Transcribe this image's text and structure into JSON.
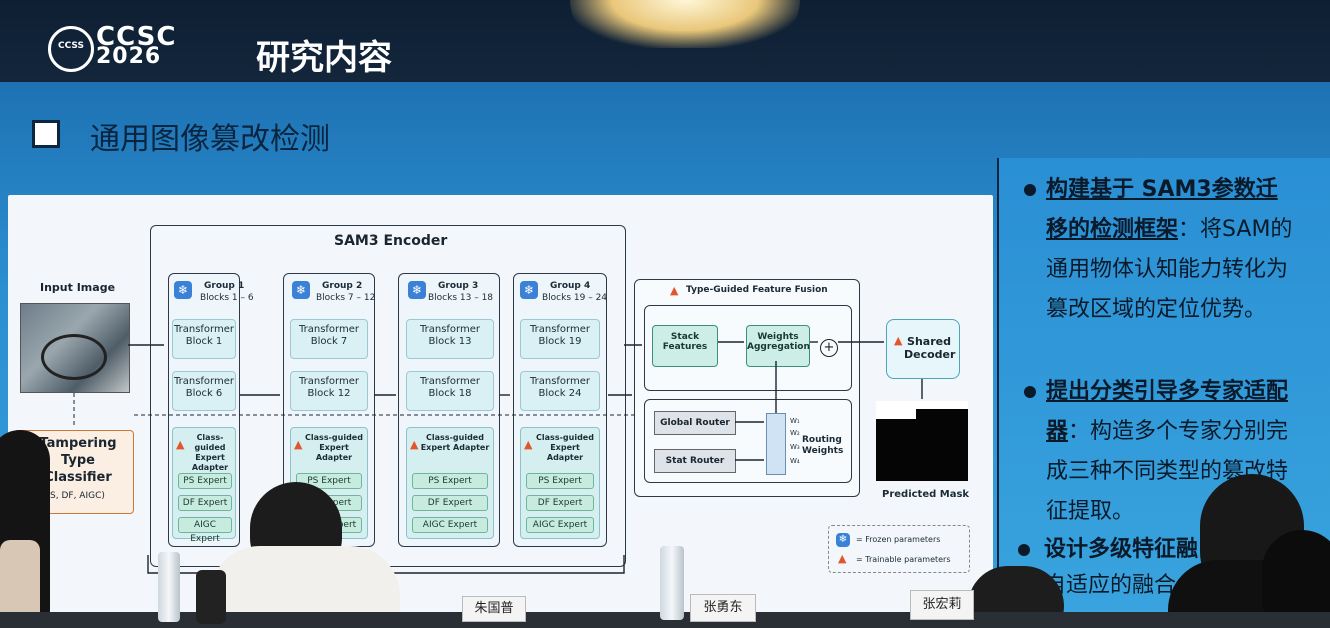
{
  "header": {
    "logo_line1": "CCSC",
    "logo_line2": "2026",
    "logo_badge": "CCSS",
    "title": "研究内容"
  },
  "section": {
    "title": "通用图像篡改检测"
  },
  "diagram": {
    "encoder_title": "SAM3 Encoder",
    "input_label": "Input Image",
    "classifier": {
      "title": "Tampering Type Classifier",
      "sub": "(PS, DF, AIGC)"
    },
    "groups": [
      {
        "title": "Group 1",
        "blocks": "Blocks 1 – 6",
        "t1": "Transformer Block 1",
        "t2": "Transformer Block 6"
      },
      {
        "title": "Group 2",
        "blocks": "Blocks 7 – 12",
        "t1": "Transformer Block 7",
        "t2": "Transformer Block 12"
      },
      {
        "title": "Group 3",
        "blocks": "Blocks 13 – 18",
        "t1": "Transformer Block 13",
        "t2": "Transformer Block 18"
      },
      {
        "title": "Group 4",
        "blocks": "Blocks 19 – 24",
        "t1": "Transformer Block 19",
        "t2": "Transformer Block 24"
      }
    ],
    "adapter_label": "Class-guided Expert Adapter",
    "experts": [
      "PS Expert",
      "DF Expert",
      "AIGC Expert"
    ],
    "fusion_title": "Type-Guided Feature Fusion",
    "stack": "Stack Features",
    "weights_agg": "Weights Aggregation",
    "global_router": "Global Router",
    "stat_router": "Stat Router",
    "routing_weights": "Routing Weights",
    "w_labels": [
      "W₁",
      "W₂",
      "W₃",
      "W₄"
    ],
    "decoder": "Shared Decoder",
    "predicted": "Predicted Mask",
    "legend_frozen": "= Frozen parameters",
    "legend_trainable": "= Trainable parameters"
  },
  "right_text": {
    "b1_bold": "构建基于 SAM3参数迁移的检测框架",
    "b1_rest": "：将SAM的通用物体认知能力转化为篡改区域的定位优势。",
    "b2_bold": "提出分类引导多专家适配器",
    "b2_rest": "：构造多个专家分别完成三种不同类型的篡改特征提取。",
    "b3_bold": "设计多级特征融",
    "b3_rest": "自适应的融合"
  },
  "nameplates": [
    "朱国普",
    "张勇东",
    "张宏莉"
  ],
  "colors": {
    "slide_blue": "#2b8fd0",
    "header_dark": "#0e1f33",
    "frozen": "#3b82d6",
    "trainable": "#e2562b",
    "expert_green": "#c8ebdf"
  }
}
